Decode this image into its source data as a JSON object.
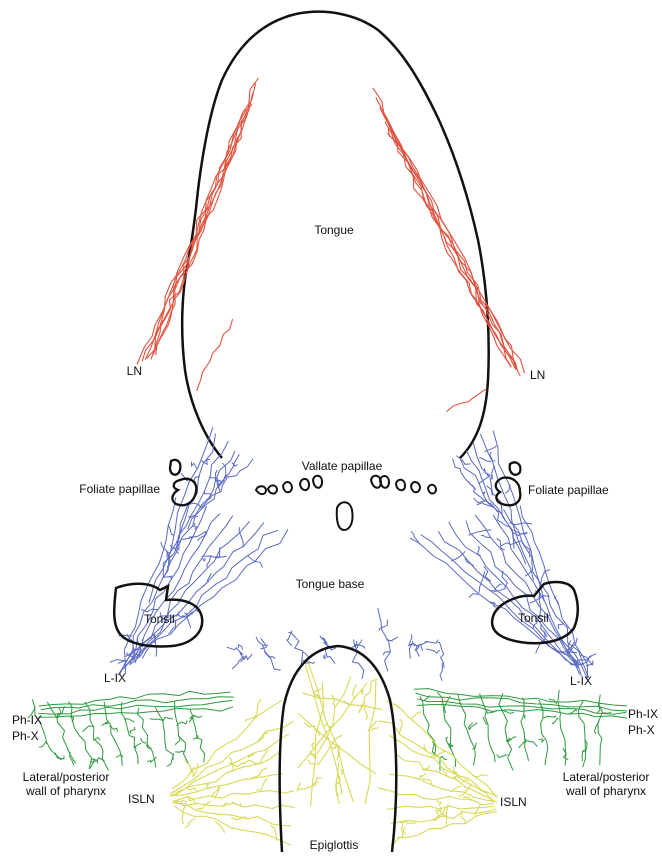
{
  "colors": {
    "outline": "#111111",
    "lingual_nerve": "#e0533f",
    "glossopharyngeal_lingual": "#5b6ac2",
    "pharyngeal_branches": "#2e9a3e",
    "internal_superior_laryngeal": "#d9d957"
  },
  "labels": {
    "tongue": "Tongue",
    "ln_left": "LN",
    "ln_right": "LN",
    "vallate_papillae": "Vallate papillae",
    "foliate_left": "Foliate papillae",
    "foliate_right": "Foliate papillae",
    "tongue_base": "Tongue base",
    "tonsil_left": "Tonsil",
    "tonsil_right": "Tonsil",
    "lix_left": "L-IX",
    "lix_right": "L-IX",
    "phix_left": "Ph-IX",
    "phx_left": "Ph-X",
    "phix_right": "Ph-IX",
    "phx_right": "Ph-X",
    "pharynx_left": "Lateral/posterior wall of pharynx",
    "pharynx_right": "Lateral/posterior wall of pharynx",
    "isln_left": "ISLN",
    "isln_right": "ISLN",
    "epiglottis": "Epiglottis"
  }
}
